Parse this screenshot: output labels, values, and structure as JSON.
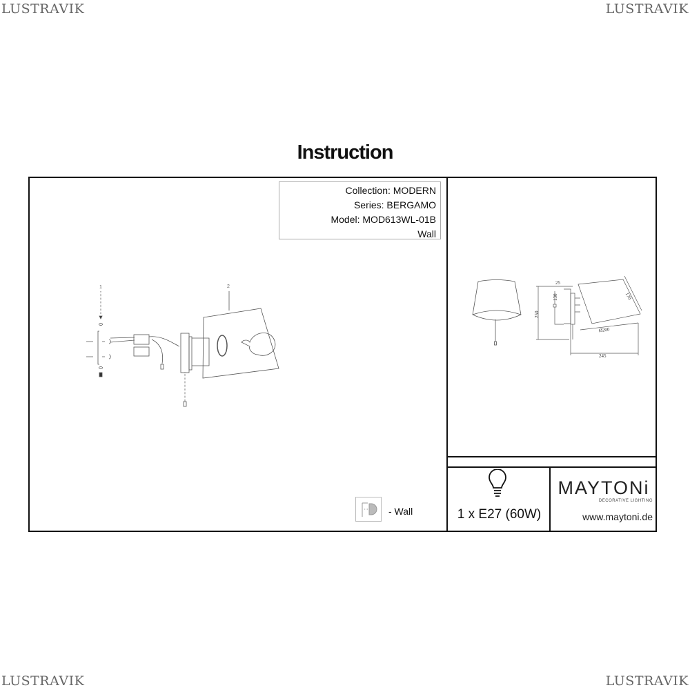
{
  "watermark": "LUSTRAVIK",
  "title": "Instruction",
  "info": {
    "collection": "Collection: MODERN",
    "series": "Series: BERGAMO",
    "model": "Model: MOD613WL-01B",
    "type": "Wall"
  },
  "parts": {
    "p1": "1",
    "p2": "2"
  },
  "dimensions": {
    "d25": "25",
    "d130": "130",
    "d250": "250",
    "d170": "170",
    "d200": "Ø200",
    "d245": "245"
  },
  "mounting": {
    "label": "- Wall",
    "icon": "wall-mount-icon"
  },
  "bulb": {
    "icon": "light-bulb-icon",
    "label": "1 x E27 (60W)"
  },
  "brand": {
    "name": "MAYTONi",
    "tagline": "DECORATIVE LIGHTING",
    "url": "www.maytoni.de"
  }
}
